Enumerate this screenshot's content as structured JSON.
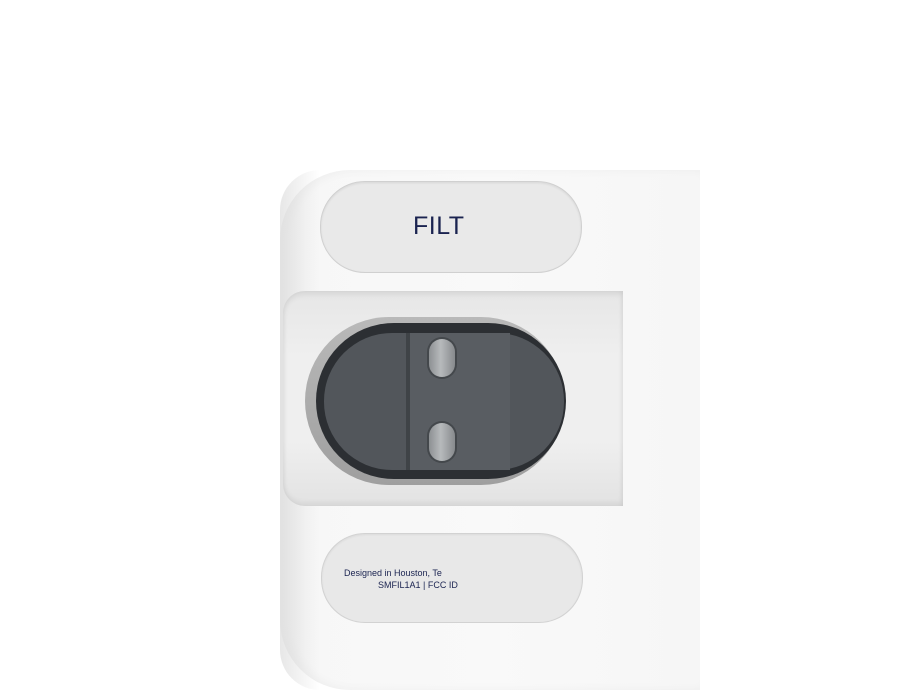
{
  "device": {
    "top_label": "FILT",
    "info_line_1": "Designed in Houston, Te",
    "info_line_2": "SMFIL1A1 | FCC ID"
  },
  "colors": {
    "label_text": "#1a2350",
    "body": "#f8f8f8",
    "port_screen": "#52565b"
  }
}
